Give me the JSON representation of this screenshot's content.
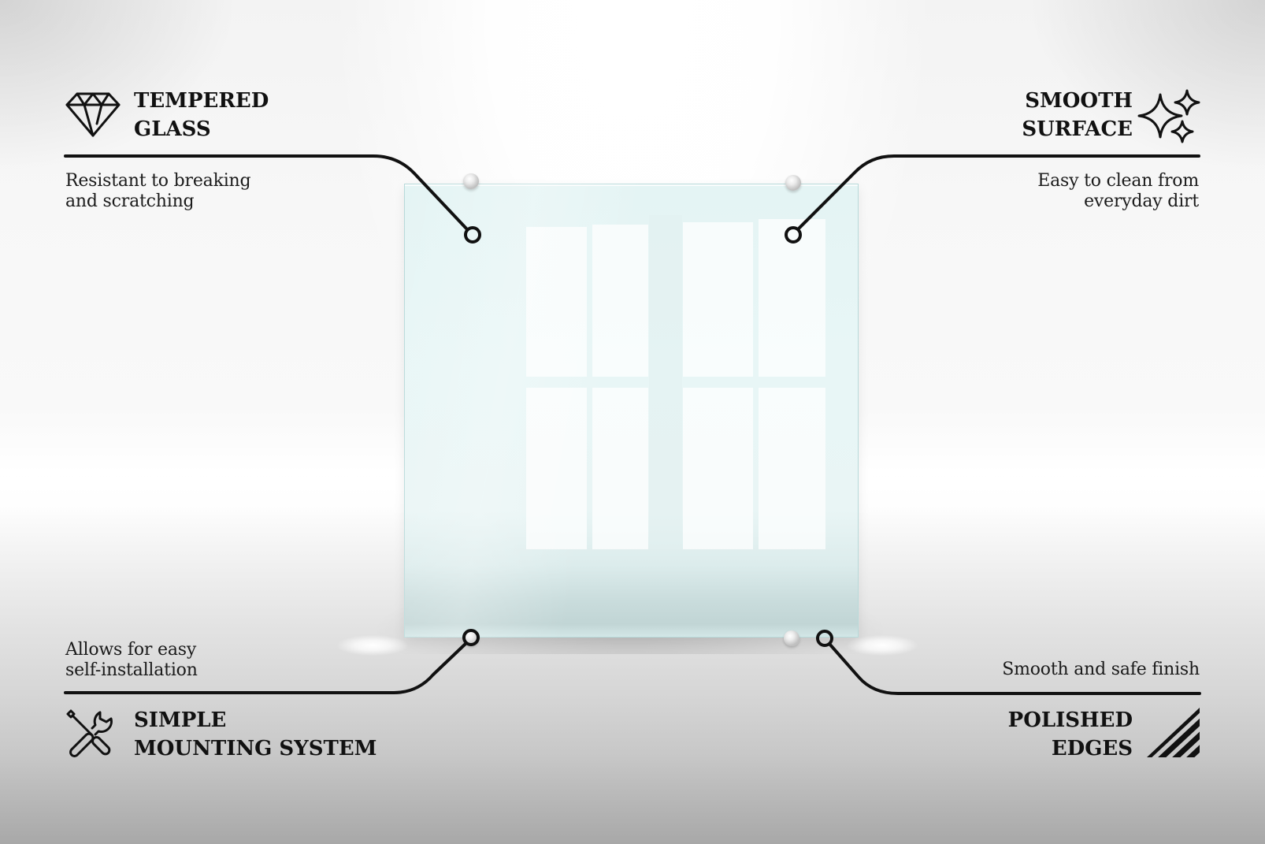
{
  "features": {
    "tempered_glass": {
      "icon": "diamond-icon",
      "title": [
        "TEMPERED",
        "GLASS"
      ],
      "description": [
        "Resistant to breaking",
        "and scratching"
      ]
    },
    "smooth_surface": {
      "icon": "sparkles-icon",
      "title": [
        "SMOOTH",
        "SURFACE"
      ],
      "description": [
        "Easy to clean from",
        "everyday dirt"
      ]
    },
    "simple_mounting_system": {
      "icon": "tools-icon",
      "title": [
        "SIMPLE",
        "MOUNTING SYSTEM"
      ],
      "description": [
        "Allows for easy",
        "self-installation"
      ]
    },
    "polished_edges": {
      "icon": "diagonal-stripes-icon",
      "title": [
        "POLISHED",
        "EDGES"
      ],
      "description": [
        "Smooth and safe finish"
      ]
    }
  },
  "colors": {
    "text": "#111111",
    "connector_line": "#111111",
    "glass": "#e4f4f4",
    "glass_edge": "#b7dada",
    "background_top": "#ffffff",
    "background_bottom": "#a8a8a8"
  }
}
